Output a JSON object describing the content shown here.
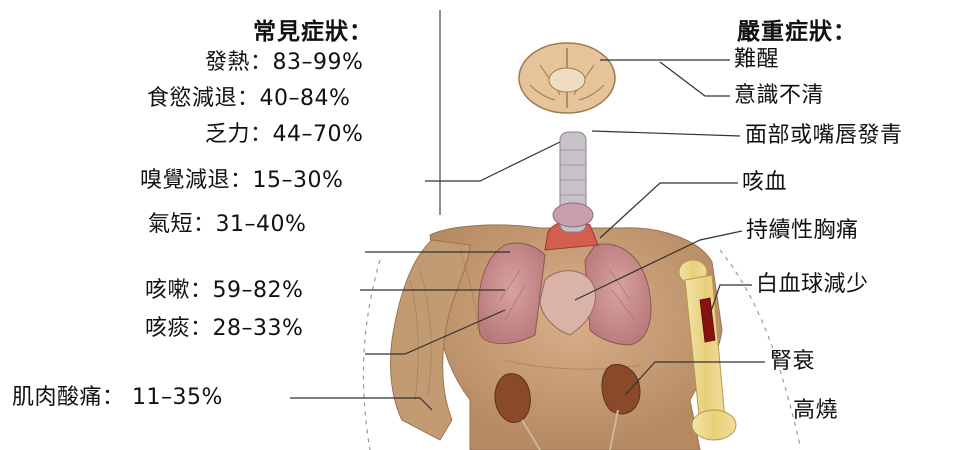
{
  "common": {
    "title": "常見症狀：",
    "items": [
      {
        "label": "發熱：83–99%"
      },
      {
        "label": "食慾減退：40–84%"
      },
      {
        "label": "乏力：44–70%"
      },
      {
        "label": "嗅覺減退：15–30%"
      },
      {
        "label": "氣短：31–40%"
      },
      {
        "label": "咳嗽：59–82%"
      },
      {
        "label": "咳痰：28–33%"
      },
      {
        "label": "肌肉酸痛： 11–35%"
      }
    ]
  },
  "severe": {
    "title": "嚴重症狀：",
    "items": [
      {
        "label": "難醒"
      },
      {
        "label": "意識不清"
      },
      {
        "label": "面部或嘴唇發青"
      },
      {
        "label": "咳血"
      },
      {
        "label": "持續性胸痛"
      },
      {
        "label": "白血球減少"
      },
      {
        "label": "腎衰"
      },
      {
        "label": "高燒"
      }
    ]
  },
  "colors": {
    "skin": "#c9a27a",
    "muscle": "#b88d64",
    "lung": "#c98a8a",
    "heart": "#d96a5a",
    "kidney": "#8a4a2a",
    "bone": "#e8d48a",
    "marrow": "#8b1010",
    "brain": "#e9c9a0"
  }
}
